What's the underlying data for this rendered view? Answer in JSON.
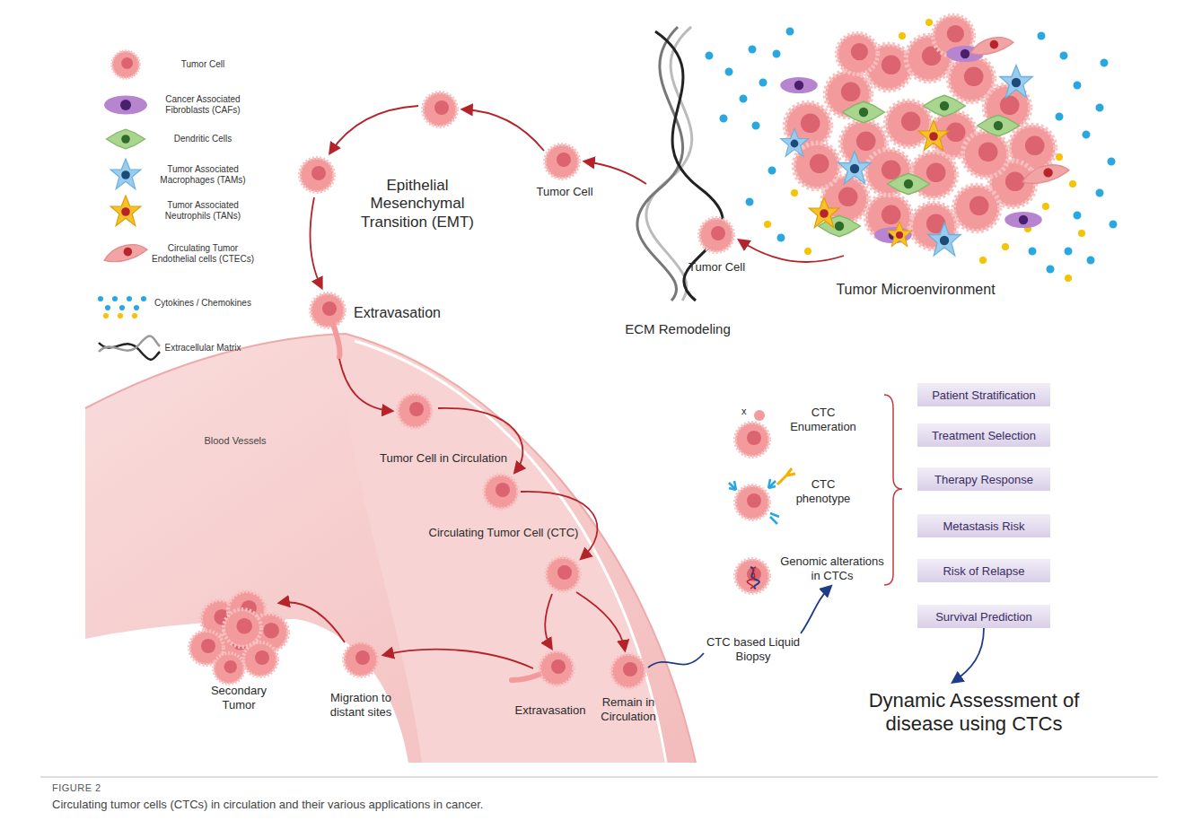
{
  "diagram": {
    "title": "FIGURE 2",
    "caption": "Circulating tumor cells (CTCs) in circulation and their various applications in cancer.",
    "nodes": [
      {
        "text": [
          "Patient Stratification"
        ]
      },
      {
        "text": [
          "Treatment Selection"
        ]
      },
      {
        "text": [
          "Therapy Response"
        ]
      },
      {
        "text": [
          "Metastasis Risk"
        ]
      },
      {
        "text": [
          "Risk of Relapse"
        ]
      },
      {
        "text": [
          "Survival Prediction"
        ]
      }
    ],
    "labels": [
      "Epithelial Mesenchymal Transition (EMT)",
      "Tumor Cell",
      "Tumor Cell",
      "Tumor Microenvironment",
      "ECM Remodeling",
      "Extravasation",
      "Blood Vessels",
      "Tumor Cell in Circulation",
      "Circulating Tumor Cell (CTC)",
      "Remain in Circulation",
      "Extravasation",
      "Migration to distant sites",
      "Secondary Tumor",
      "CTC based Liquid Biopsy",
      "x",
      "CTC Enumeration",
      "CTC phenotype",
      "Genomic alterations in CTCs",
      "Dynamic Assessment of disease using CTCs"
    ],
    "legend": [
      {
        "text": "Tumor Cell"
      },
      {
        "text": "Cancer Associated Fibroblasts (CAFs)"
      },
      {
        "text": "Dendritic Cells"
      },
      {
        "text": "Tumor Associated Macrophages (TAMs)"
      },
      {
        "text": "Tumor Associated Neutrophils (TANs)"
      },
      {
        "text": "Circulating Tumor Endothelial cells (CTECs)"
      },
      {
        "text": "Cytokines / Chemokines"
      },
      {
        "text": "Extracellular Matrix"
      }
    ]
  }
}
